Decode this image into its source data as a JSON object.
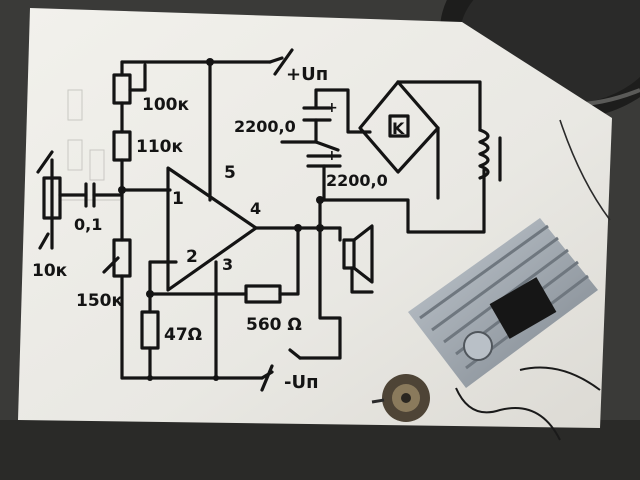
{
  "photo": {
    "background_color": "#3a3a38",
    "paper_color": "#ecebe6",
    "ink_color": "#141414",
    "heatsink_color": "#9ea7b0"
  },
  "schematic": {
    "supply_pos": "+Uп",
    "supply_neg": "-Uп",
    "r_top": "100к",
    "r_mid": "110к",
    "r_pot_bias": "150к",
    "r_input_pot": "10к",
    "c_input": "0,1",
    "c_supply": "2200,0",
    "c_output": "2200,0",
    "r_feedback": "560 Ω",
    "r_ground": "47Ω",
    "pin_1": "1",
    "pin_2": "2",
    "pin_3": "3",
    "pin_4": "4",
    "pin_5": "5",
    "bridge_label": "K"
  }
}
